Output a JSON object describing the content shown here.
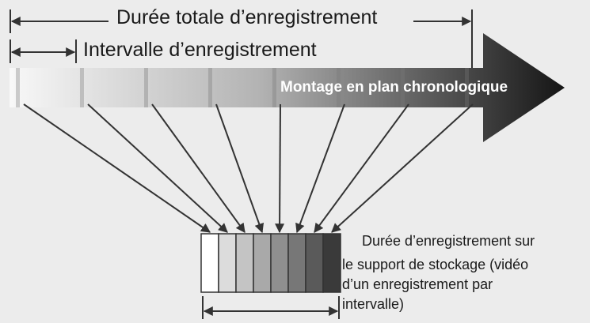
{
  "labels": {
    "total_duration": "Durée totale d’enregistrement",
    "interval": "Intervalle d’enregistrement",
    "timeline": "Montage en plan chronologique",
    "storage_line1": "Durée d’enregistrement sur",
    "storage_line2": "le support de stockage (vidéo",
    "storage_line3": "d’un enregistrement par",
    "storage_line4": "intervalle)"
  },
  "colors": {
    "background": "#ececec",
    "line": "#333333",
    "arrow_start": "#f8f8f8",
    "arrow_end": "#151515"
  },
  "frames": {
    "count": 8,
    "shades": [
      "#ffffff",
      "#dcdcdc",
      "#c4c4c4",
      "#a9a9a9",
      "#8f8f8f",
      "#777777",
      "#5a5a5a",
      "#3a3a3a"
    ]
  }
}
